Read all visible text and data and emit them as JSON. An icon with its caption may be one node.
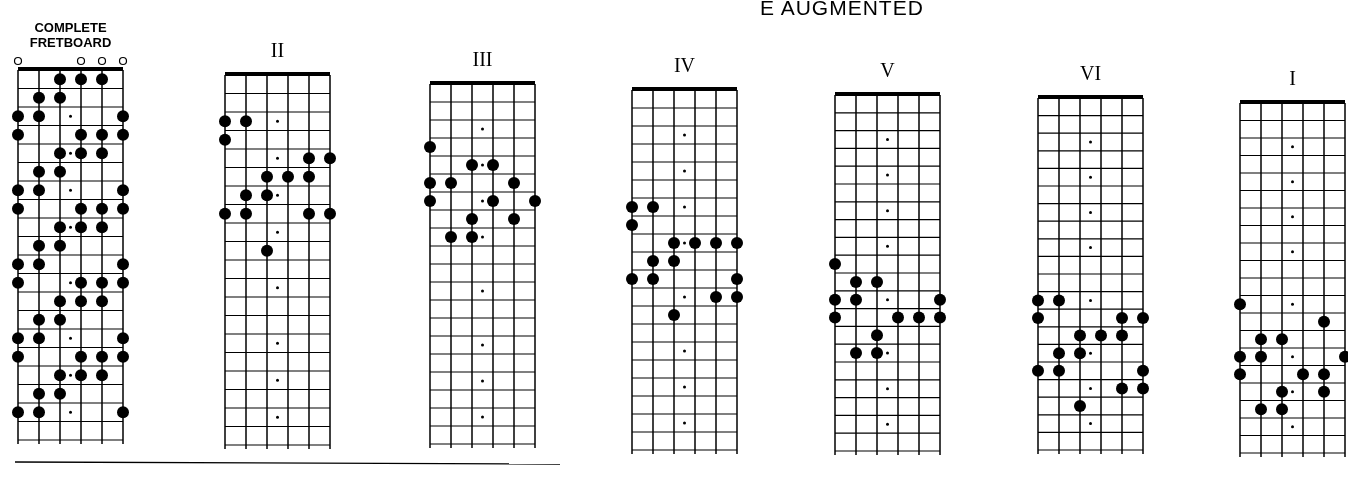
{
  "diagram": {
    "title": "E AUGMENTED",
    "labels": [
      "COMPLETE FRETBOARD",
      "II",
      "III",
      "IV",
      "V",
      "VI",
      "I"
    ]
  }
}
